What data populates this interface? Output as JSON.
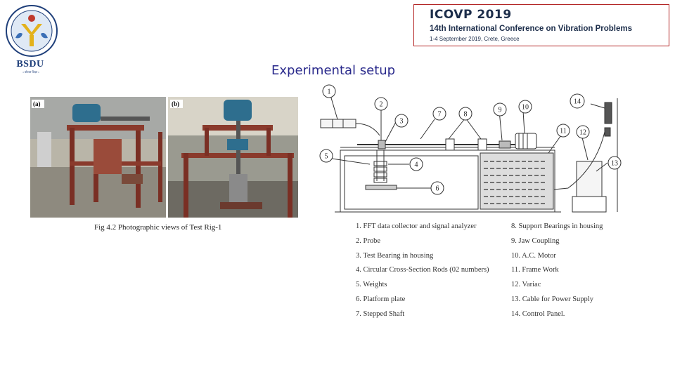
{
  "logo": {
    "name": "BSDU",
    "subtitle": "• कौशल शिक्षा • "
  },
  "banner": {
    "title": "ICOVP 2019",
    "subtitle": "14th International Conference on Vibration Problems",
    "dates": "1-4 September 2019, Crete, Greece"
  },
  "slide": {
    "title": "Experimental setup"
  },
  "photos": {
    "label_a": "(a)",
    "label_b": "(b)",
    "caption": "Fig 4.2 Photographic views of Test Rig-1"
  },
  "schematic": {
    "callouts": [
      "1",
      "2",
      "3",
      "4",
      "5",
      "6",
      "7",
      "8",
      "9",
      "10",
      "11",
      "12",
      "13",
      "14"
    ]
  },
  "legend": {
    "left": [
      "1. FFT data collector and signal analyzer",
      "2. Probe",
      "3. Test Bearing in housing",
      "4. Circular Cross-Section Rods (02 numbers)",
      "5. Weights",
      "6. Platform plate",
      "7. Stepped Shaft"
    ],
    "right": [
      "8. Support Bearings in housing",
      "9. Jaw Coupling",
      "10. A.C. Motor",
      "11. Frame Work",
      "12. Variac",
      "13. Cable for Power Supply",
      "14. Control Panel."
    ]
  },
  "colors": {
    "title": "#2a2a8c",
    "banner_border": "#b22222",
    "logo_blue": "#1f3f7a",
    "logo_gold": "#e3b21c",
    "frame": "#8a3a2c"
  }
}
